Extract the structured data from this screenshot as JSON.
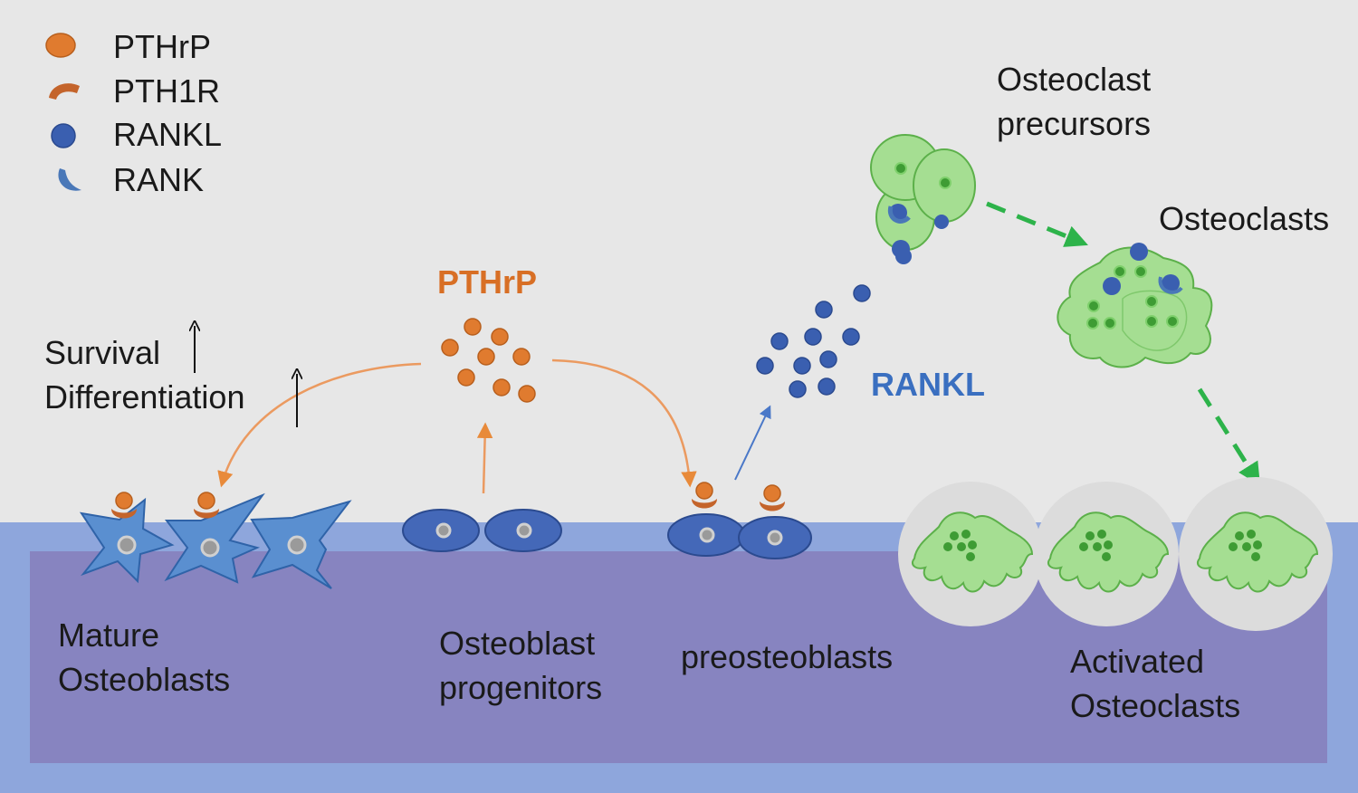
{
  "legend": {
    "items": [
      {
        "label": "PTHrP",
        "icon": "orange-circle-icon",
        "color": "#e07b2f"
      },
      {
        "label": "PTH1R",
        "icon": "orange-receptor-icon",
        "color": "#c4642b"
      },
      {
        "label": "RANKL",
        "icon": "blue-circle-icon",
        "color": "#3a5fb0"
      },
      {
        "label": "RANK",
        "icon": "blue-receptor-icon",
        "color": "#4a78b8"
      }
    ]
  },
  "labels": {
    "pthrp_center": "PTHrP",
    "rankl_center": "RANKL",
    "survival": "Survival",
    "differentiation": "Differentiation",
    "osteoclast_precursors_line1": "Osteoclast",
    "osteoclast_precursors_line2": "precursors",
    "osteoclasts": "Osteoclasts",
    "mature_line1": "Mature",
    "mature_line2": "Osteoblasts",
    "progenitors_line1": "Osteoblast",
    "progenitors_line2": "progenitors",
    "preosteoblasts": "preosteoblasts",
    "activated_line1": "Activated",
    "activated_line2": "Osteoclasts"
  },
  "colors": {
    "background": "#e7e7e7",
    "bone_outer": "#8ea6dc",
    "bone_inner": "#8784c0",
    "pthrp_orange": "#e07b2f",
    "pthrp_text": "#d86f25",
    "rankl_blue": "#3a5fb0",
    "rankl_text": "#3a6fc0",
    "osteoblast_blue": "#5a8fd0",
    "osteoclast_green": "#9fdc8e",
    "green_arrow": "#2db34a"
  }
}
